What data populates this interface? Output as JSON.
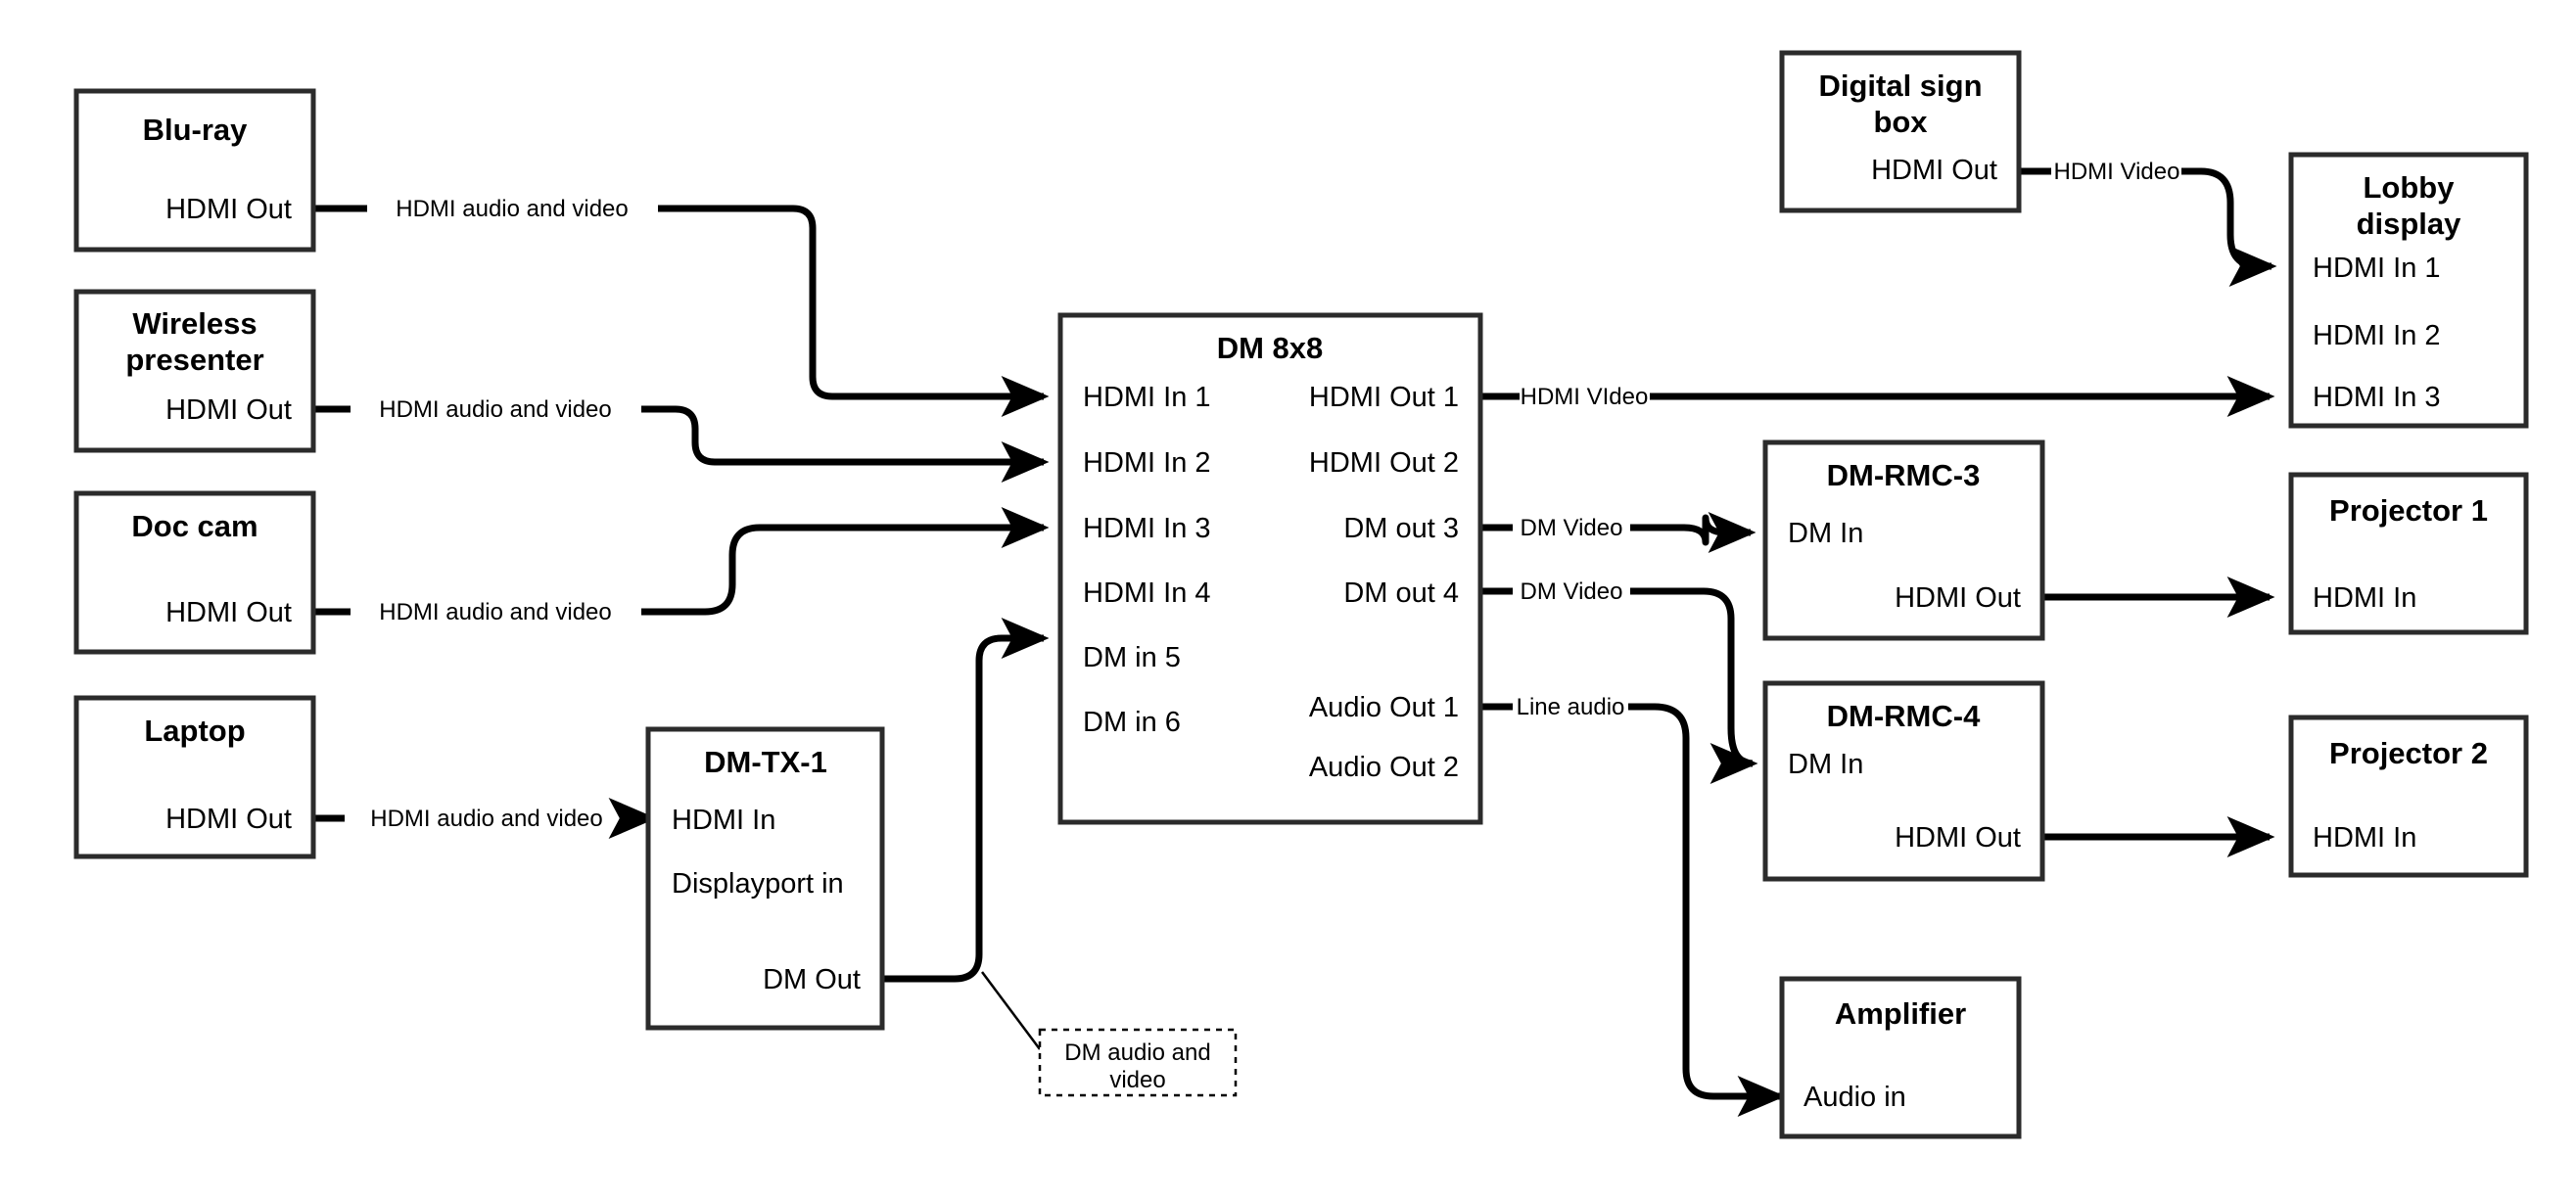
{
  "diagram": {
    "type": "av-signal-flow",
    "background_color": "#ffffff",
    "line_color": "#000000",
    "box_stroke_color": "#2b2b2b",
    "nodes": {
      "bluray": {
        "title": "Blu-ray",
        "ports": {
          "out1": "HDMI Out"
        }
      },
      "wireless_presenter": {
        "title_line1": "Wireless",
        "title_line2": "presenter",
        "ports": {
          "out1": "HDMI Out"
        }
      },
      "doc_cam": {
        "title": "Doc cam",
        "ports": {
          "out1": "HDMI Out"
        }
      },
      "laptop": {
        "title": "Laptop",
        "ports": {
          "out1": "HDMI Out"
        }
      },
      "dm_tx_1": {
        "title": "DM-TX-1",
        "ports": {
          "in1": "HDMI In",
          "in2": "Displayport in",
          "out1": "DM Out"
        }
      },
      "dm_8x8": {
        "title": "DM 8x8",
        "inputs": [
          "HDMI In 1",
          "HDMI In 2",
          "HDMI In 3",
          "HDMI In 4",
          "DM in 5",
          "DM in 6"
        ],
        "outputs": [
          "HDMI Out 1",
          "HDMI Out 2",
          "DM out 3",
          "DM out 4",
          "Audio Out 1",
          "Audio Out 2"
        ]
      },
      "digital_sign_box": {
        "title_line1": "Digital sign",
        "title_line2": "box",
        "ports": {
          "out1": "HDMI Out"
        }
      },
      "lobby_display": {
        "title_line1": "Lobby",
        "title_line2": "display",
        "inputs": [
          "HDMI In 1",
          "HDMI In 2",
          "HDMI In 3"
        ]
      },
      "dm_rmc_3": {
        "title": "DM-RMC-3",
        "ports": {
          "in1": "DM In",
          "out1": "HDMI Out"
        }
      },
      "dm_rmc_4": {
        "title": "DM-RMC-4",
        "ports": {
          "in1": "DM In",
          "out1": "HDMI Out"
        }
      },
      "projector_1": {
        "title": "Projector 1",
        "ports": {
          "in1": "HDMI In"
        }
      },
      "projector_2": {
        "title": "Projector 2",
        "ports": {
          "in1": "HDMI In"
        }
      },
      "amplifier": {
        "title": "Amplifier",
        "ports": {
          "in1": "Audio in"
        }
      }
    },
    "annotations": {
      "dm_audio_video_note_line1": "DM audio and",
      "dm_audio_video_note_line2": "video"
    },
    "connections": [
      {
        "id": "bluray-to-dm-in1",
        "label": "HDMI audio and video",
        "from": "Blu-ray HDMI Out",
        "to": "DM 8x8 HDMI In 1"
      },
      {
        "id": "wireless-to-dm-in2",
        "label": "HDMI audio and video",
        "from": "Wireless presenter HDMI Out",
        "to": "DM 8x8 HDMI In 2"
      },
      {
        "id": "doccam-to-dm-in3",
        "label": "HDMI audio and video",
        "from": "Doc cam HDMI Out",
        "to": "DM 8x8 HDMI In 3"
      },
      {
        "id": "laptop-to-dmtx1",
        "label": "HDMI audio and video",
        "from": "Laptop HDMI Out",
        "to": "DM-TX-1 HDMI In"
      },
      {
        "id": "dmtx1-to-dm-in5",
        "label": "DM audio and video",
        "from": "DM-TX-1 DM Out",
        "to": "DM 8x8 DM in 5"
      },
      {
        "id": "dm-out1-to-lobby-in3",
        "label": "HDMI VIdeo",
        "from": "DM 8x8 HDMI Out 1",
        "to": "Lobby display HDMI In 3"
      },
      {
        "id": "dm-out3-to-rmc3",
        "label": "DM Video",
        "from": "DM 8x8 DM out 3",
        "to": "DM-RMC-3 DM In"
      },
      {
        "id": "dm-out4-to-rmc4",
        "label": "DM Video",
        "from": "DM 8x8 DM out 4",
        "to": "DM-RMC-4 DM In"
      },
      {
        "id": "dm-audioout1-to-amp",
        "label": "Line audio",
        "from": "DM 8x8 Audio Out 1",
        "to": "Amplifier Audio in"
      },
      {
        "id": "signbox-to-lobby-in1",
        "label": "HDMI Video",
        "from": "Digital sign box HDMI Out",
        "to": "Lobby display HDMI In 1"
      },
      {
        "id": "rmc3-to-projector1",
        "label": "",
        "from": "DM-RMC-3 HDMI Out",
        "to": "Projector 1 HDMI In"
      },
      {
        "id": "rmc4-to-projector2",
        "label": "",
        "from": "DM-RMC-4 HDMI Out",
        "to": "Projector 2 HDMI In"
      }
    ],
    "wire_labels": {
      "hdmi_av": "HDMI audio and video",
      "hdmi_video_typo": "HDMI VIdeo",
      "hdmi_video": "HDMI Video",
      "dm_video": "DM Video",
      "line_audio": "Line audio"
    }
  }
}
